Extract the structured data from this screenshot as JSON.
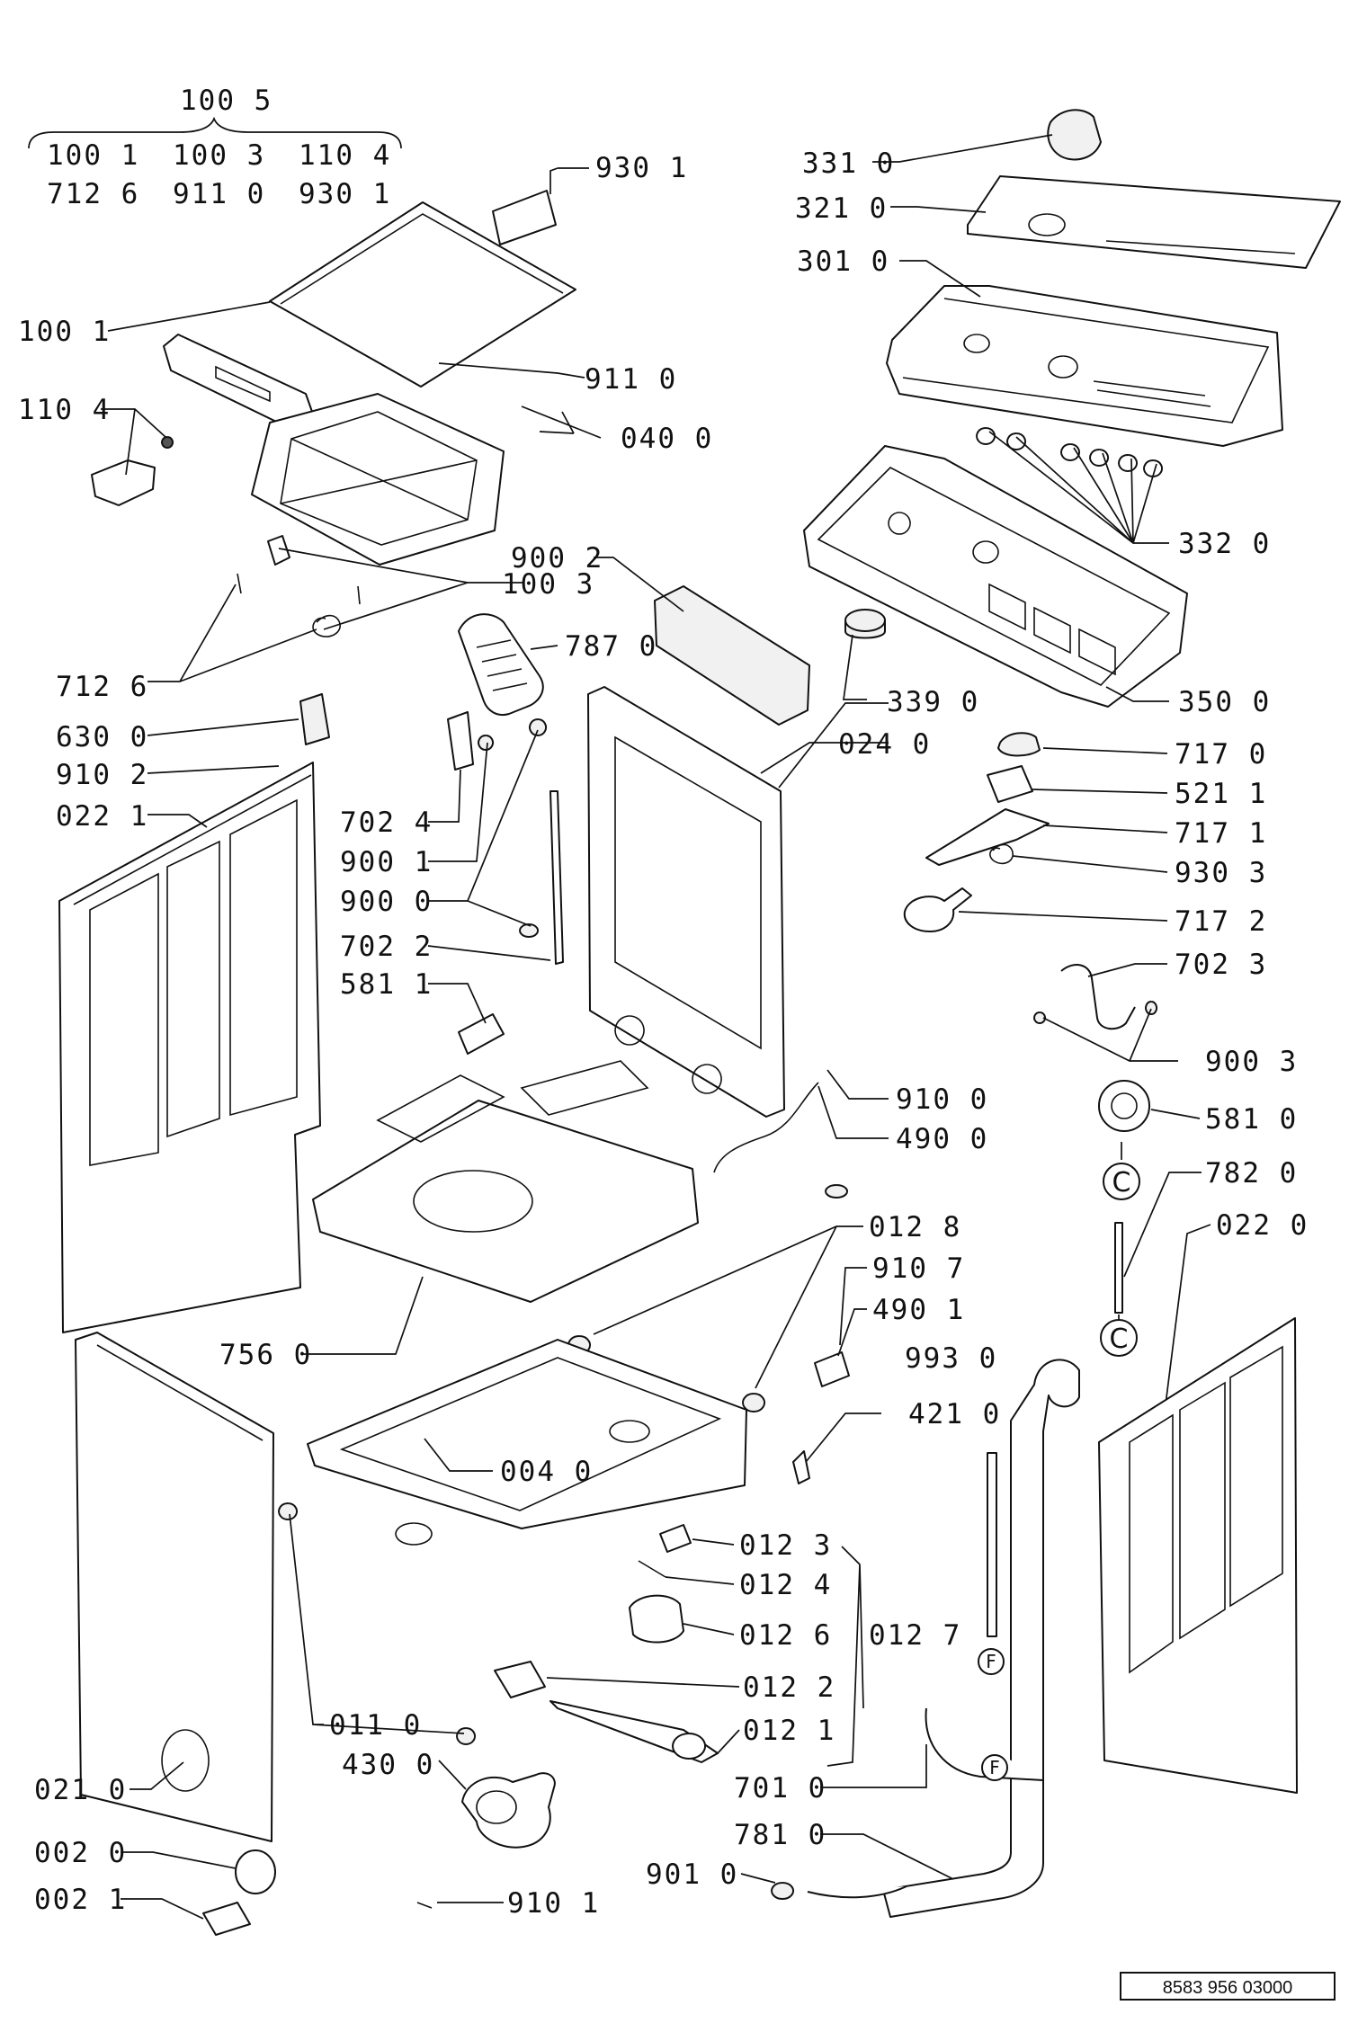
{
  "header_group": {
    "title": "100 5",
    "row1": [
      "100 1",
      "100 3",
      "110 4"
    ],
    "row2": [
      "712 6",
      "911 0",
      "930 1"
    ]
  },
  "labels": {
    "l930_1_top": "930 1",
    "l100_1": "100 1",
    "l110_4": "110 4",
    "l911_0": "911 0",
    "l040_0": "040 0",
    "l100_3": "100 3",
    "l712_6": "712 6",
    "l630_0": "630 0",
    "l910_2": "910 2",
    "l022_1": "022 1",
    "l787_0": "787 0",
    "l702_4": "702 4",
    "l900_1": "900 1",
    "l900_0": "900 0",
    "l702_2": "702 2",
    "l581_1": "581 1",
    "l900_2": "900 2",
    "l024_0": "024 0",
    "l339_0": "339 0",
    "l331_0": "331 0",
    "l321_0": "321 0",
    "l301_0": "301 0",
    "l332_0": "332 0",
    "l350_0": "350 0",
    "l717_0": "717 0",
    "l521_1": "521 1",
    "l717_1": "717 1",
    "l930_3": "930 3",
    "l717_2": "717 2",
    "l702_3": "702 3",
    "l900_3": "900 3",
    "l910_0": "910 0",
    "l490_0": "490 0",
    "l581_0": "581 0",
    "l782_0": "782 0",
    "l022_0": "022 0",
    "l012_8": "012 8",
    "l910_7": "910 7",
    "l490_1": "490 1",
    "l993_0": "993 0",
    "l421_0": "421 0",
    "l756_0": "756 0",
    "l004_0": "004 0",
    "l012_3": "012 3",
    "l012_4": "012 4",
    "l012_6": "012 6",
    "l012_7": "012 7",
    "l012_2": "012 2",
    "l012_1": "012 1",
    "l011_0": "011 0",
    "l430_0": "430 0",
    "l021_0": "021 0",
    "l002_0": "002 0",
    "l002_1": "002 1",
    "l701_0": "701 0",
    "l781_0": "781 0",
    "l901_0": "901 0",
    "l910_1": "910 1"
  },
  "ref_markers": {
    "c_upper": "C",
    "c_lower": "C",
    "f_left": "F",
    "f_right": "F"
  },
  "drawing_code": "8583 956 03000"
}
